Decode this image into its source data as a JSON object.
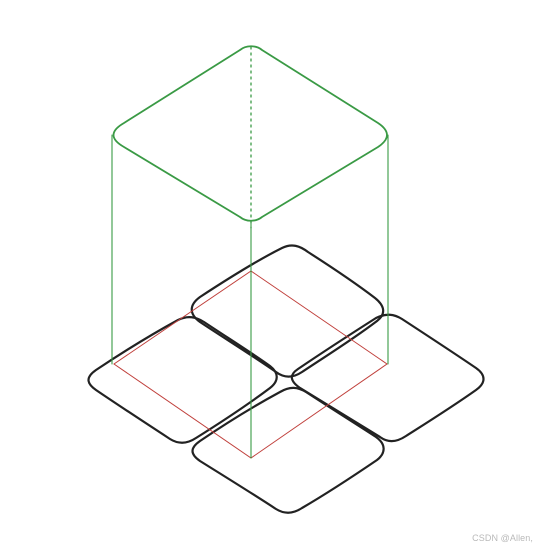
{
  "watermark": "CSDN @Allen,",
  "colors": {
    "background": "#ffffff",
    "green_box": "#3a9a45",
    "red_square": "#c0403c",
    "black_tiles": "#222222",
    "watermark": "#b9b9b9"
  },
  "elements": {
    "green_box": "rounded-box-green-outline",
    "red_square": "base-square-red-outline",
    "tiles": [
      "tile-back",
      "tile-left",
      "tile-right",
      "tile-front"
    ]
  }
}
